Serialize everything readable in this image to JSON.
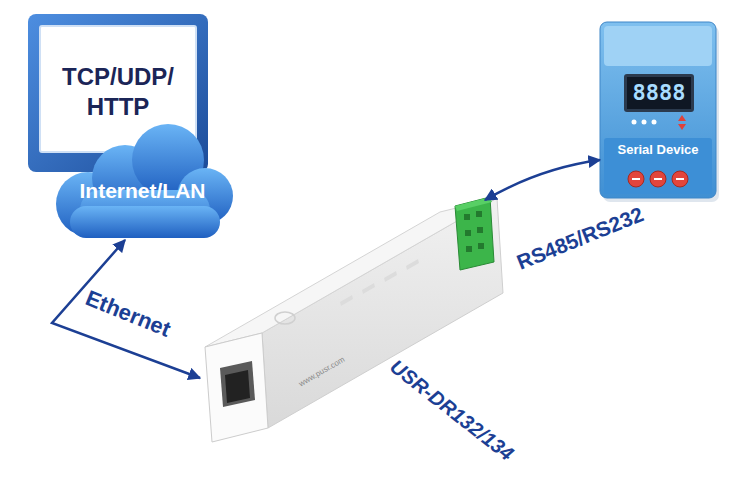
{
  "diagram": {
    "nodes": [
      {
        "text": [
          "TCP/UDP/ HTTP"
        ]
      },
      {
        "text": [
          "Internet/LAN"
        ]
      },
      {
        "text": [
          "USR-DR132/134"
        ]
      },
      {
        "text": [
          "8888",
          "Serial Device"
        ]
      }
    ],
    "edges": [
      {
        "from": 2,
        "to": 1,
        "arrow": "both",
        "label": "Ethernet"
      },
      {
        "from": 2,
        "to": 3,
        "arrow": "both",
        "label": "RS485/RS232"
      }
    ],
    "labels": [
      "www.pusr.com"
    ]
  }
}
